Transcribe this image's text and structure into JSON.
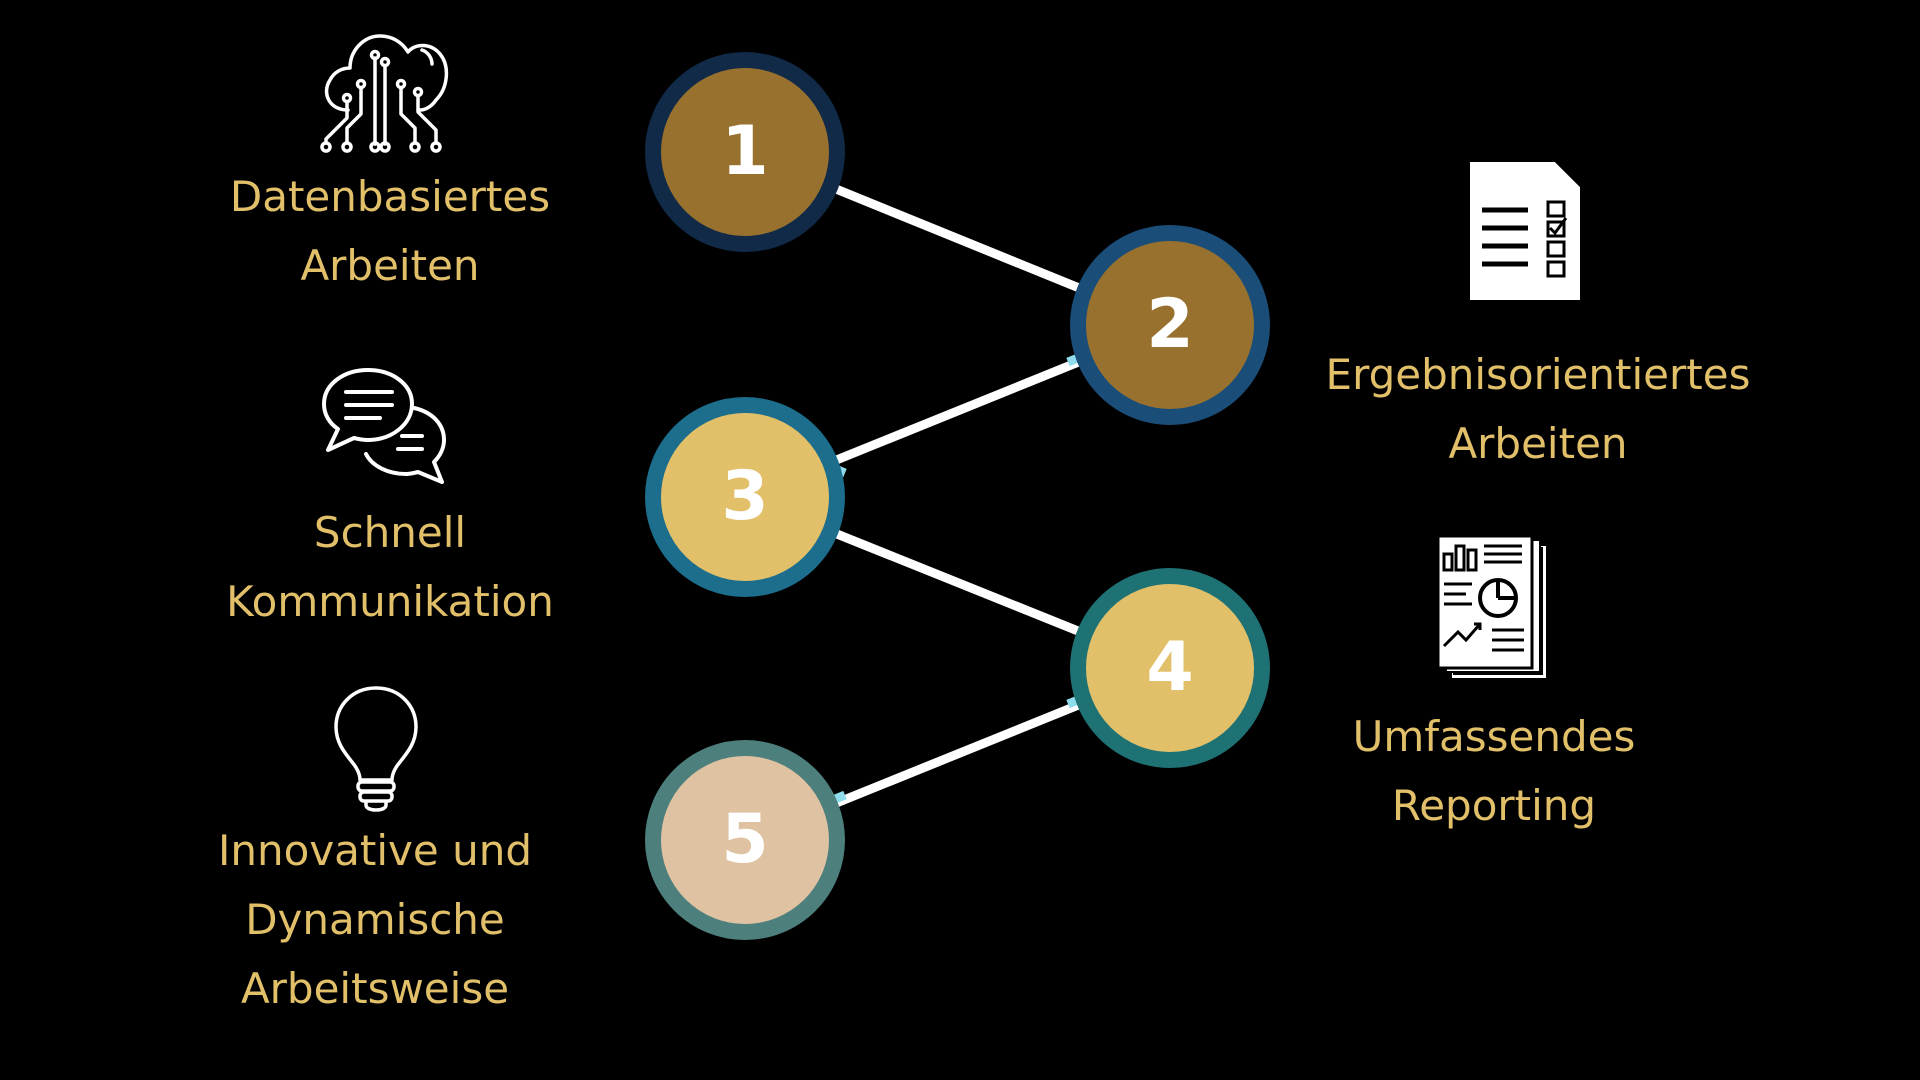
{
  "nodes": [
    {
      "number": "1",
      "fill": "#98712f",
      "ring": "#102a48"
    },
    {
      "number": "2",
      "fill": "#98712f",
      "ring": "#1a4d78"
    },
    {
      "number": "3",
      "fill": "#e2c06a",
      "ring": "#1d6d8c"
    },
    {
      "number": "4",
      "fill": "#e2c06a",
      "ring": "#1e7274"
    },
    {
      "number": "5",
      "fill": "#dfc2a2",
      "ring": "#4d7f7c"
    }
  ],
  "labels": {
    "datenbasiert": {
      "line1": "Datenbasiertes",
      "line2": "Arbeiten"
    },
    "schnell": {
      "line1": "Schnell",
      "line2": "Kommunikation"
    },
    "innovativ": {
      "line1": "Innovative und",
      "line2": "Dynamische",
      "line3": "Arbeitsweise"
    },
    "ergebnis": {
      "line1": "Ergebnisorientiertes",
      "line2": "Arbeiten"
    },
    "reporting": {
      "line1": "Umfassendes",
      "line2": "Reporting"
    }
  },
  "icons": {
    "datenbasiert": "cloud-circuit-icon",
    "schnell": "chat-bubbles-icon",
    "innovativ": "lightbulb-icon",
    "ergebnis": "checklist-document-icon",
    "reporting": "report-documents-icon"
  },
  "colors": {
    "background": "#000000",
    "label_text": "#e2c06a",
    "connector": "#ffffff",
    "connector_glow": "#8fdcec"
  }
}
